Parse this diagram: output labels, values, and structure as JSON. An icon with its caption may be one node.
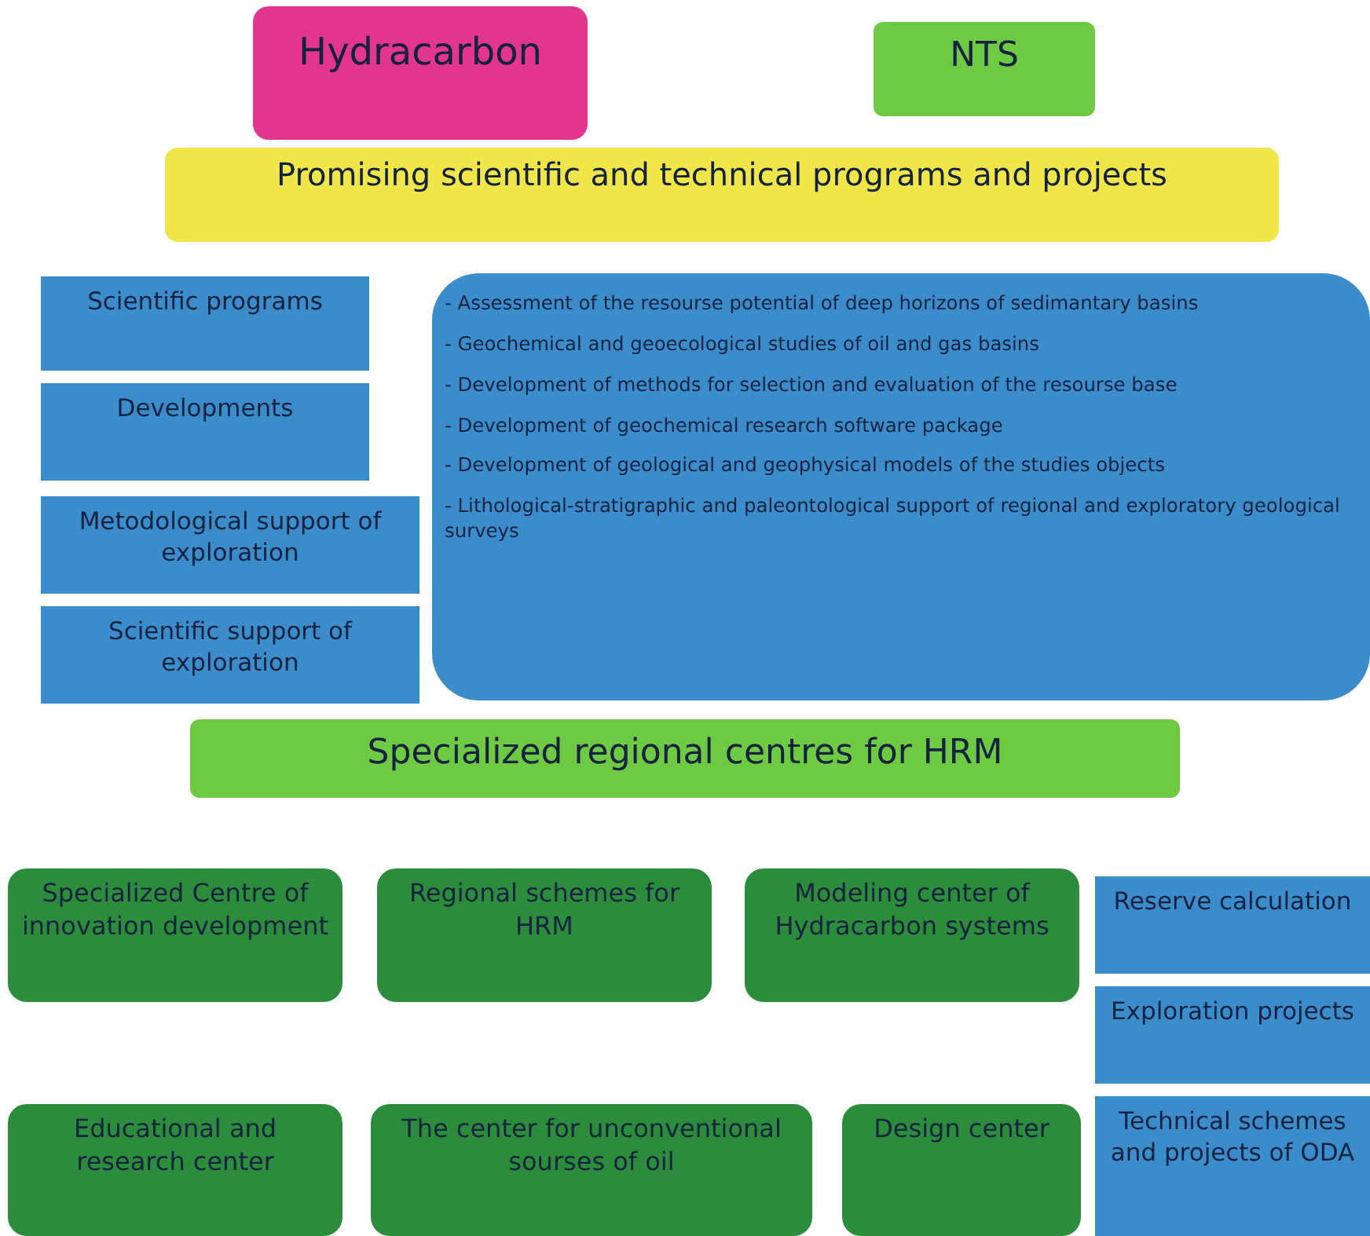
{
  "diagram": {
    "nodes": [
      {
        "text": [
          "Hydracarbon"
        ]
      },
      {
        "text": [
          "NTS"
        ]
      },
      {
        "text": [
          "Promising scientific and technical programs and projects"
        ]
      },
      {
        "text": [
          "Scientific programs"
        ]
      },
      {
        "text": [
          "Developments"
        ]
      },
      {
        "text": [
          "Metodological support of exploration"
        ]
      },
      {
        "text": [
          "Scientific support of exploration"
        ]
      },
      {
        "text": [
          "- Assessment of the resourse potential of deep horizons of sedimantary basins",
          "- Geochemical and geoecological studies of oil and gas basins",
          "- Development of methods for selection and evaluation of the resourse base",
          "- Development of geochemical research software package",
          "- Development of geological and geophysical models of the studies objects",
          "- Lithological-stratigraphic and paleontological support of regional and exploratory geological surveys"
        ]
      },
      {
        "text": [
          "Specialized regional centres for HRM"
        ]
      },
      {
        "text": [
          "Specialized Centre of innovation development"
        ]
      },
      {
        "text": [
          "Regional schemes for HRM"
        ]
      },
      {
        "text": [
          "Modeling center of Hydracarbon systems"
        ]
      },
      {
        "text": [
          "Reserve calculation"
        ]
      },
      {
        "text": [
          "Exploration projects"
        ]
      },
      {
        "text": [
          "Educational and research center"
        ]
      },
      {
        "text": [
          "The center for unconventional sourses of oil"
        ]
      },
      {
        "text": [
          "Design center"
        ]
      },
      {
        "text": [
          "Technical schemes and projects of ODA"
        ]
      }
    ],
    "edges": []
  }
}
